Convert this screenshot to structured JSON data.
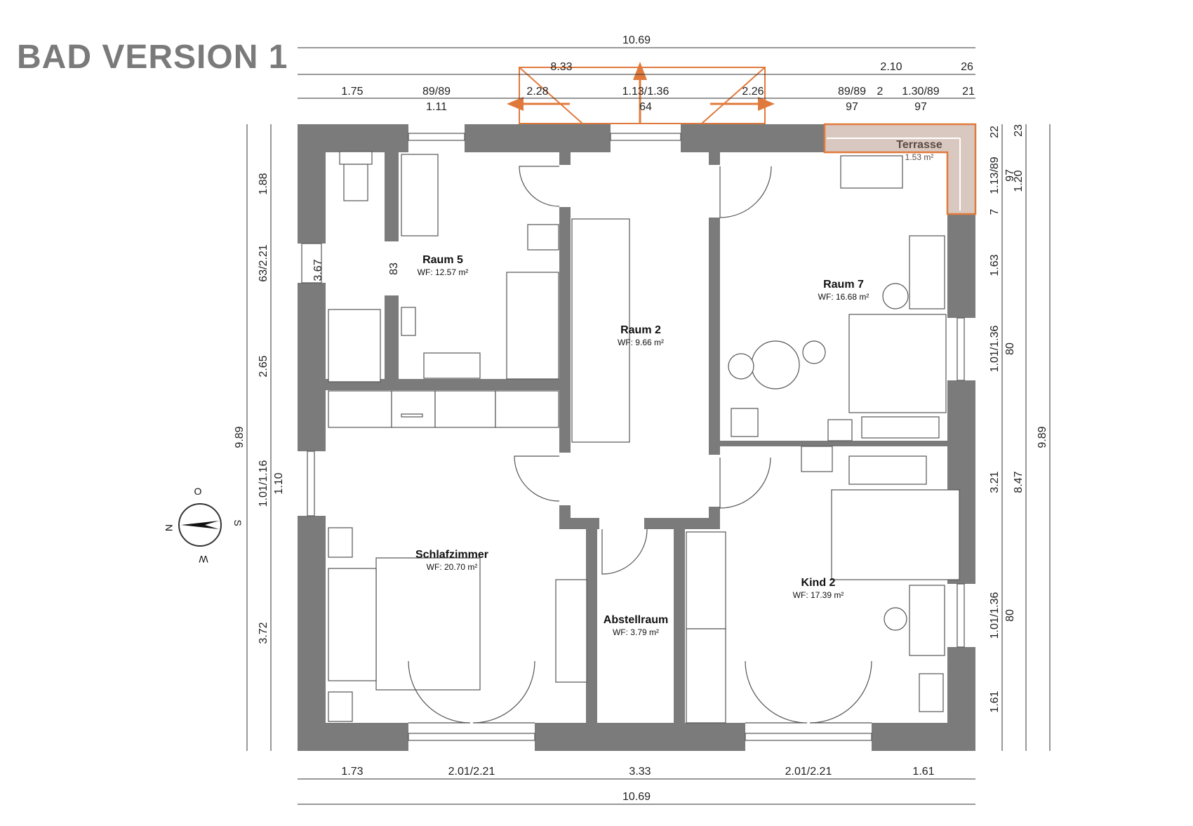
{
  "title": "BAD VERSION 1",
  "dimensions": {
    "top_total": "10.69",
    "top_row2_left": "8.33",
    "top_row2_mid": "2.10",
    "top_row2_right": "26",
    "top_row3": [
      "1.75",
      "89/89",
      "2.28",
      "1.13/1.36",
      "2.26",
      "89/89",
      "2",
      "1.30/89",
      "21"
    ],
    "top_row3_sub": [
      "1.11",
      "64",
      "97",
      "97"
    ],
    "bottom_row": [
      "1.73",
      "2.01/2.21",
      "3.33",
      "2.01/2.21",
      "1.61"
    ],
    "bottom_total": "10.69",
    "left_outer": "9.89",
    "left_inner": [
      "1.88",
      "63/2.21",
      "2.65",
      "1.01/1.16",
      "3.72"
    ],
    "left_sub": [
      "3.67",
      "1.10"
    ],
    "right_inner": [
      "22",
      "1.13/89",
      "7",
      "1.63",
      "1.01/1.36",
      "3.21",
      "1.01/1.36",
      "1.61"
    ],
    "right_sub": [
      "97",
      "80",
      "80"
    ],
    "right_mid": [
      "23",
      "1.20",
      "8.47"
    ],
    "right_outer": "9.89",
    "interior": [
      "83"
    ]
  },
  "rooms": [
    {
      "id": "raum5",
      "name": "Raum 5",
      "area": "WF: 12.57 m²"
    },
    {
      "id": "raum2",
      "name": "Raum 2",
      "area": "WF: 9.66 m²"
    },
    {
      "id": "raum7",
      "name": "Raum 7",
      "area": "WF: 16.68 m²"
    },
    {
      "id": "terrasse",
      "name": "Terrasse",
      "area": "1.53 m²"
    },
    {
      "id": "schlafzimmer",
      "name": "Schlafzimmer",
      "area": "WF: 20.70 m²"
    },
    {
      "id": "abstellraum",
      "name": "Abstellraum",
      "area": "WF: 3.79 m²"
    },
    {
      "id": "kind2",
      "name": "Kind 2",
      "area": "WF: 17.39 m²"
    }
  ],
  "compass": {
    "n": "N",
    "o": "O",
    "s": "S",
    "w": "W"
  },
  "colors": {
    "wall": "#7b7b7b",
    "accent": "#e07a3c",
    "terrace": "#d9c8c0"
  }
}
